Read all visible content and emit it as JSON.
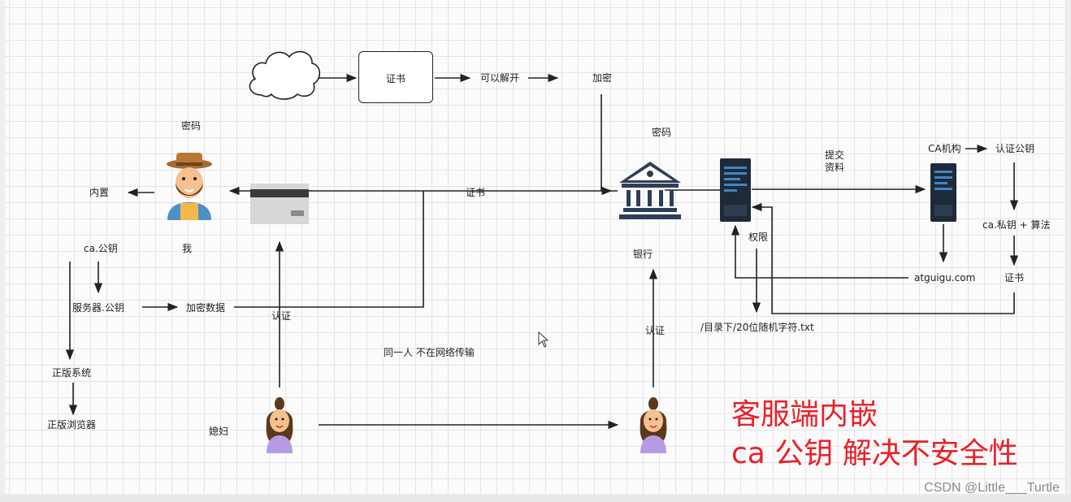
{
  "labels": {
    "cert_box": "证书",
    "can_unlock": "可以解开",
    "encrypt_top": "加密",
    "password_left": "密码",
    "password_right": "密码",
    "builtin": "内置",
    "ca_pubkey": "ca.公钥",
    "me": "我",
    "server_pubkey": "服务器.公钥",
    "encrypted_data": "加密数据",
    "genuine_system": "正版系统",
    "genuine_browser": "正版浏览器",
    "cert_mid": "证书",
    "auth_left": "认证",
    "auth_right": "认证",
    "bank": "银行",
    "same_person": "同一人 不在网络传输",
    "wife": "媳妇",
    "submit_docs_1": "提交",
    "submit_docs_2": "资料",
    "ca_org": "CA机构",
    "auth_pubkey": "认证公钥",
    "ca_privkey_algo": "ca.私钥 + 算法",
    "permission": "权限",
    "domain": "atguigu.com",
    "cert_right": "证书",
    "dir_file": "/目录下/20位随机字符.txt"
  },
  "note": {
    "line1": "客服端内嵌",
    "line2": "ca 公钥 解决不安全性"
  },
  "watermark": "CSDN @Little___Turtle",
  "colors": {
    "note_red": "#e8212a",
    "line": "#222222"
  },
  "icons": [
    "cloud-icon",
    "man-avatar-icon",
    "bank-card-icon",
    "bank-building-icon",
    "server-icon",
    "server-ca-icon",
    "woman-avatar-left-icon",
    "woman-avatar-right-icon",
    "mouse-cursor-icon"
  ]
}
